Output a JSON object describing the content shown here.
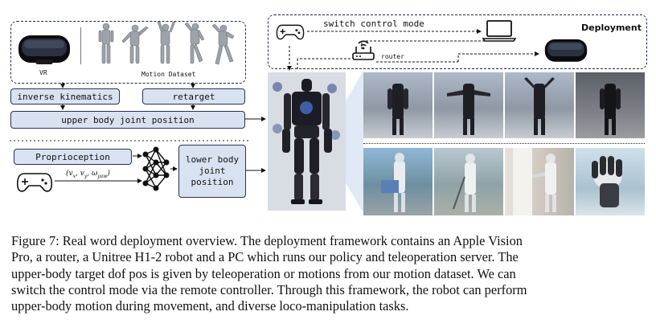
{
  "diagram": {
    "vr_label": "VR",
    "dataset_label": "Motion Dataset",
    "ik_label": "inverse kinematics",
    "retarget_label": "retarget",
    "upper_body_label": "upper body joint position",
    "proprioception_label": "Proprioception",
    "velocity_label": "(v_x, v_y, ω_yaw)",
    "lower_body_label_1": "lower body",
    "lower_body_label_2": "joint",
    "lower_body_label_3": "position",
    "switch_label": "switch control mode",
    "router_label": "router",
    "deployment_label": "Deployment"
  },
  "caption": {
    "line1": "Figure 7: Real word deployment overview. The deployment framework contains an Apple Vision",
    "line2": "Pro, a router, a Unitree H1-2 robot and a PC which runs our policy and teleoperation server. The",
    "line3": "upper-body target dof pos is given by teleoperation or motions from our motion dataset. We can",
    "line4": "switch the control mode via the remote controller. Through this framework, the robot can perform",
    "line5": "upper-body motion during movement, and diverse loco-manipulation tasks."
  },
  "colors": {
    "box_fill": "#d9e2f1",
    "box_border": "#2a3550",
    "dashed": "#1d2b4a"
  }
}
